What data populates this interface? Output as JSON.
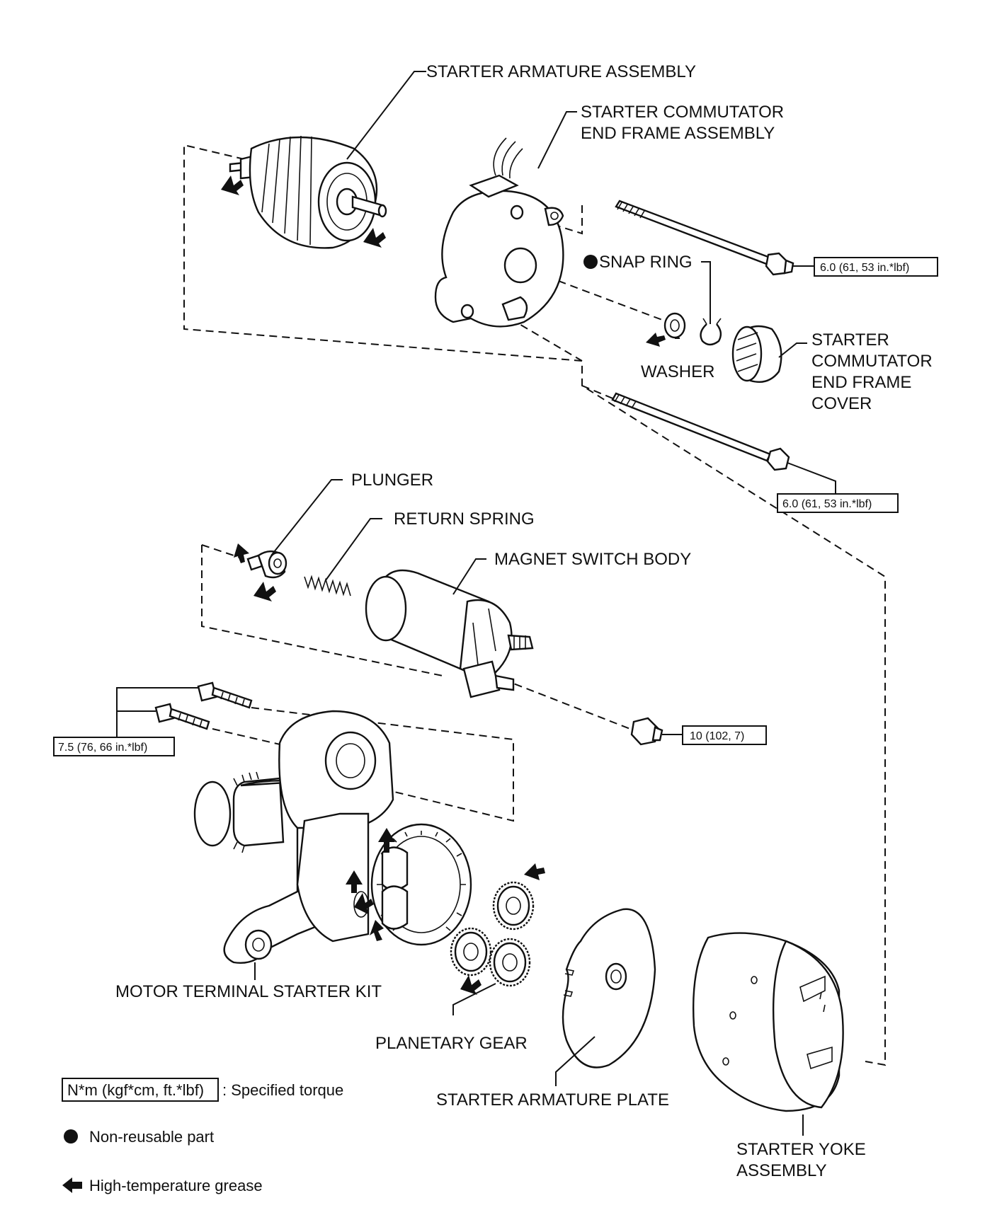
{
  "labels": {
    "armature": "STARTER ARMATURE ASSEMBLY",
    "commutator_frame": [
      "STARTER COMMUTATOR",
      "END FRAME ASSEMBLY"
    ],
    "snap_ring": "SNAP RING",
    "washer": "WASHER",
    "frame_cover": [
      "STARTER",
      "COMMUTATOR",
      "END FRAME",
      "COVER"
    ],
    "plunger": "PLUNGER",
    "return_spring": "RETURN SPRING",
    "magnet_switch": "MAGNET SWITCH BODY",
    "motor_terminal": "MOTOR TERMINAL STARTER KIT",
    "planetary_gear": "PLANETARY GEAR",
    "armature_plate": "STARTER ARMATURE PLATE",
    "yoke": [
      "STARTER YOKE",
      "ASSEMBLY"
    ]
  },
  "torques": {
    "through_bolt_upper": "6.0 (61, 53 in.*lbf)",
    "through_bolt_lower": "6.0 (61, 53 in.*lbf)",
    "magnet_switch_nut": "10 (102, 7)",
    "kit_bolts": "7.5 (76, 66 in.*lbf)"
  },
  "legend": {
    "torque_box": "N*m (kgf*cm, ft.*lbf)",
    "torque_text": ": Specified torque",
    "non_reusable": "Non-reusable part",
    "grease": "High-temperature grease"
  }
}
